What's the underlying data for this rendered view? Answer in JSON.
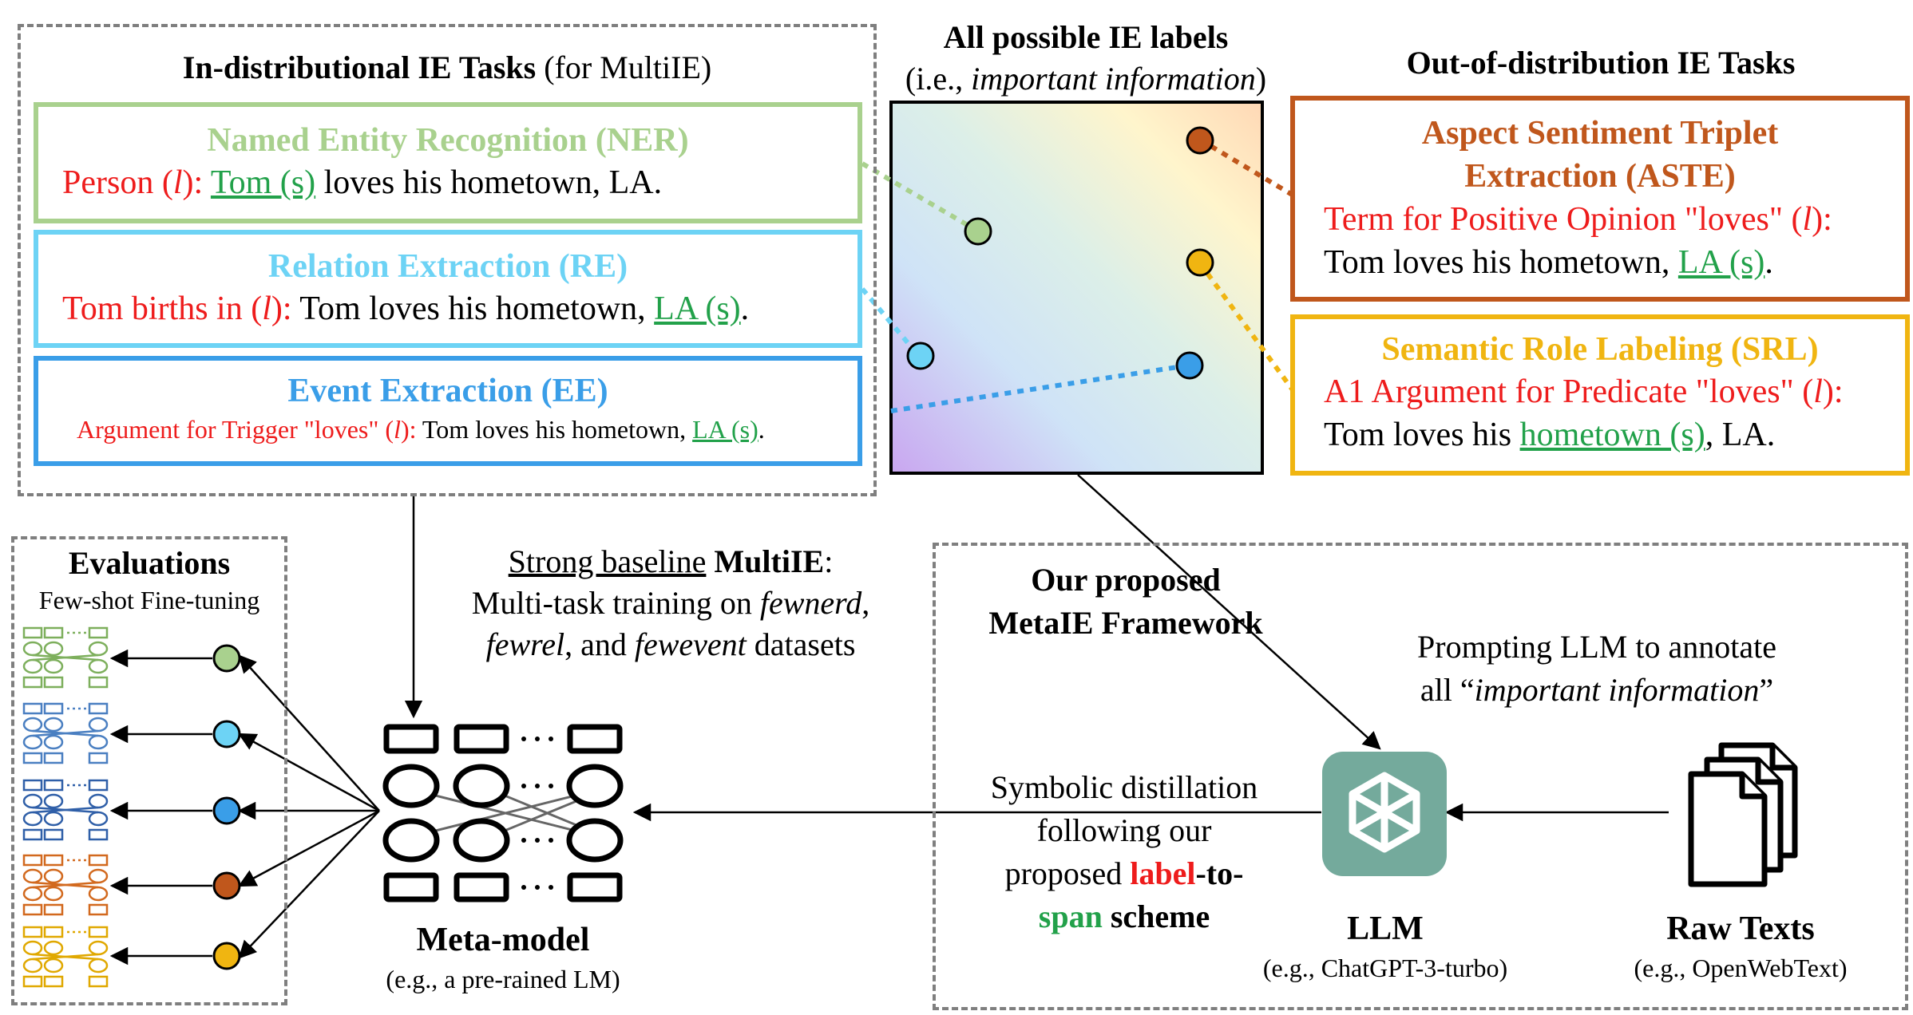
{
  "in_dist": {
    "title_bold": "In-distributional IE Tasks",
    "title_rest": " (for MultiIE)",
    "ner": {
      "title": "Named Entity Recognition (NER)",
      "label": "Person (",
      "l": "l",
      "label_end": "):",
      "span": "Tom (s)",
      "rest": " loves his hometown, LA."
    },
    "re": {
      "title": "Relation Extraction (RE)",
      "label": "Tom births in (",
      "l": "l",
      "label_end": "):",
      "pre": " Tom loves his hometown, ",
      "span": "LA (s)",
      "post": "."
    },
    "ee": {
      "title": "Event Extraction (EE)",
      "label": "Argument for Trigger \"loves\" (",
      "l": "l",
      "label_end": "):",
      "pre": " Tom loves his hometown, ",
      "span": "LA (s)",
      "post": "."
    }
  },
  "label_space": {
    "title": "All possible IE labels",
    "sub_pre": "(i.e., ",
    "sub_it": "important information",
    "sub_post": ")"
  },
  "ood": {
    "title": "Out-of-distribution IE Tasks",
    "aste": {
      "title_1": "Aspect Sentiment Triplet",
      "title_2": "Extraction (ASTE)",
      "label": "Term for Positive Opinion \"loves\" (",
      "l": "l",
      "label_end": "):",
      "pre": "Tom loves his hometown, ",
      "span": "LA (s)",
      "post": "."
    },
    "srl": {
      "title": "Semantic Role Labeling (SRL)",
      "label": "A1 Argument for Predicate \"loves\" (",
      "l": "l",
      "label_end": "):",
      "pre": "Tom loves his ",
      "span": "hometown (s)",
      "post": ", LA."
    }
  },
  "evaluations": {
    "title": "Evaluations",
    "sub": "Few-shot Fine-tuning"
  },
  "baseline": {
    "u": "Strong baseline",
    "b": " MultiIE",
    "colon": ":",
    "line2": "Multi-task training on ",
    "line2_it": "fewnerd",
    "line2_end": ",",
    "line3_it1": "fewrel",
    "line3_mid": ", and ",
    "line3_it2": "fewevent",
    "line3_end": " datasets"
  },
  "framework": {
    "line1": "Our proposed",
    "line2": "MetaIE Framework"
  },
  "prompting": {
    "line1": "Prompting LLM to annotate",
    "line2_pre": "all “",
    "line2_it": "important information",
    "line2_post": "”"
  },
  "distill": {
    "line1": "Symbolic distillation",
    "line2": "following our",
    "line3_pre": "proposed ",
    "line3_label": "label",
    "line3_post": "-to-",
    "line4_span": "span",
    "line4_post": " scheme"
  },
  "meta_model": {
    "title": "Meta-model",
    "sub": "(e.g., a pre-rained LM)"
  },
  "llm": {
    "title": "LLM",
    "sub": "(e.g., ChatGPT-3-turbo)"
  },
  "raw": {
    "title": "Raw Texts",
    "sub": "(e.g., OpenWebText)"
  },
  "colors": {
    "ner": "#a9d18e",
    "re": "#6dd3f5",
    "ee": "#3a9ee8",
    "aste": "#c0571c",
    "srl": "#f0b511",
    "llm_bg": "#74aa9c"
  }
}
